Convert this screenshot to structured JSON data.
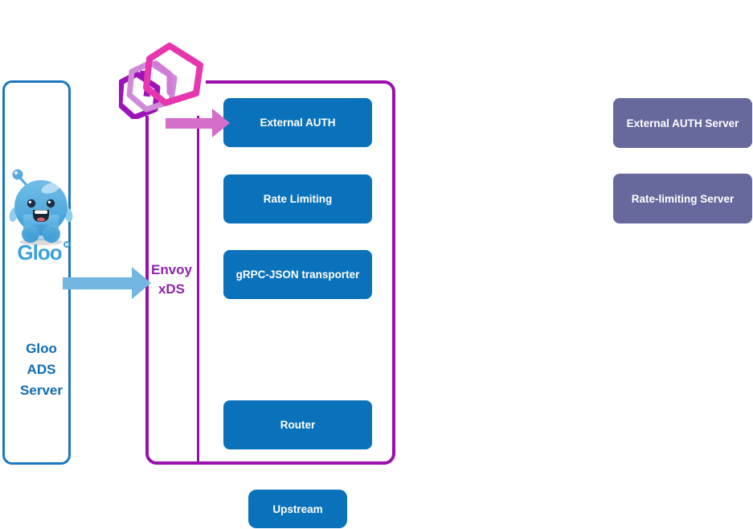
{
  "colors": {
    "filter_blue": "#0a72ba",
    "envoy_purple": "#9a10ac",
    "server_slate": "#67699d",
    "gloo_border_blue": "#1b77c0",
    "gloo_text_blue": "#0f6cb4",
    "envoy_text_purple": "#8e24ae",
    "arrow_blue": "#74b6e2",
    "arrow_pink": "#d56dcb",
    "logo_pink": "#e637ae",
    "logo_orchid": "#cf8ad8",
    "logo_dark_purple": "#9c13b8"
  },
  "gloo": {
    "wordmark": "Gloo",
    "label_lines": [
      "Gloo",
      "ADS",
      "Server"
    ]
  },
  "envoy": {
    "label_lines": [
      "Envoy",
      "xDS"
    ],
    "filters": [
      "External AUTH",
      "Rate Limiting",
      "gRPC-JSON transporter",
      "Router"
    ]
  },
  "external_servers": [
    "External AUTH Server",
    "Rate-limiting Server"
  ],
  "upstream": {
    "label": "Upstream"
  }
}
